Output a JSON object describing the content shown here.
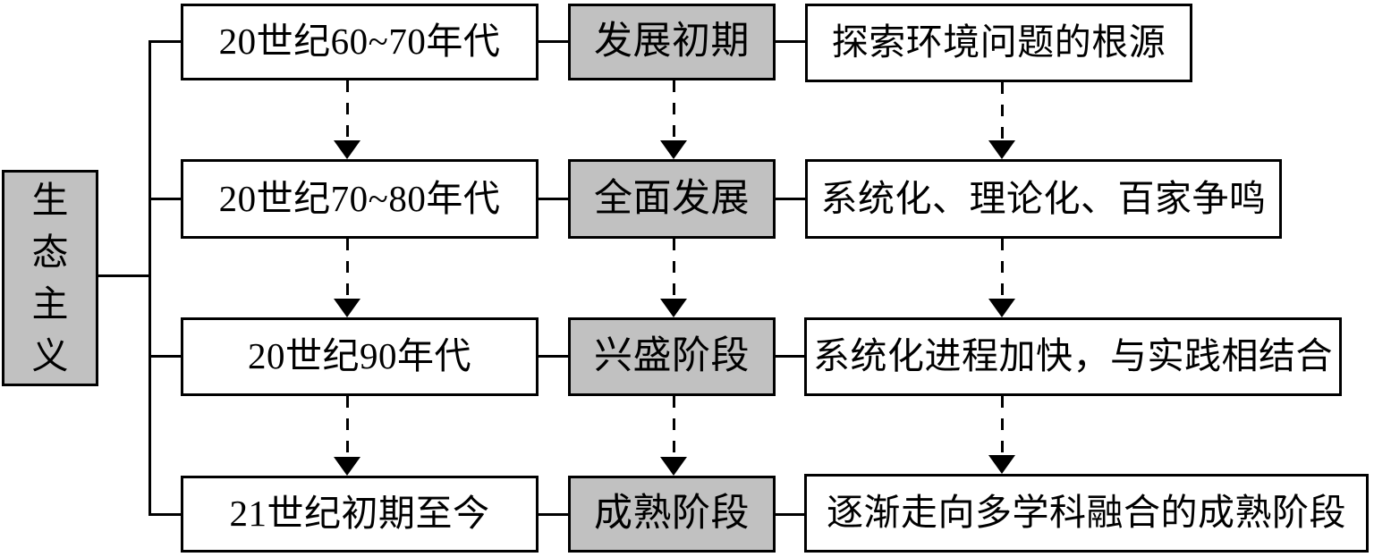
{
  "diagram": {
    "root": {
      "label": "生态主义"
    },
    "rows": [
      {
        "period": "20世纪60~70年代",
        "stage": "发展初期",
        "description": "探索环境问题的根源"
      },
      {
        "period": "20世纪70~80年代",
        "stage": "全面发展",
        "description": "系统化、理论化、百家争鸣"
      },
      {
        "period": "20世纪90年代",
        "stage": "兴盛阶段",
        "description": "系统化进程加快，与实践相结合"
      },
      {
        "period": "21世纪初期至今",
        "stage": "成熟阶段",
        "description": "逐渐走向多学科融合的成熟阶段"
      }
    ],
    "colors": {
      "gray_fill": "#c1c1c1",
      "white_fill": "#ffffff",
      "line": "#000000",
      "background": "#ffffff"
    }
  }
}
